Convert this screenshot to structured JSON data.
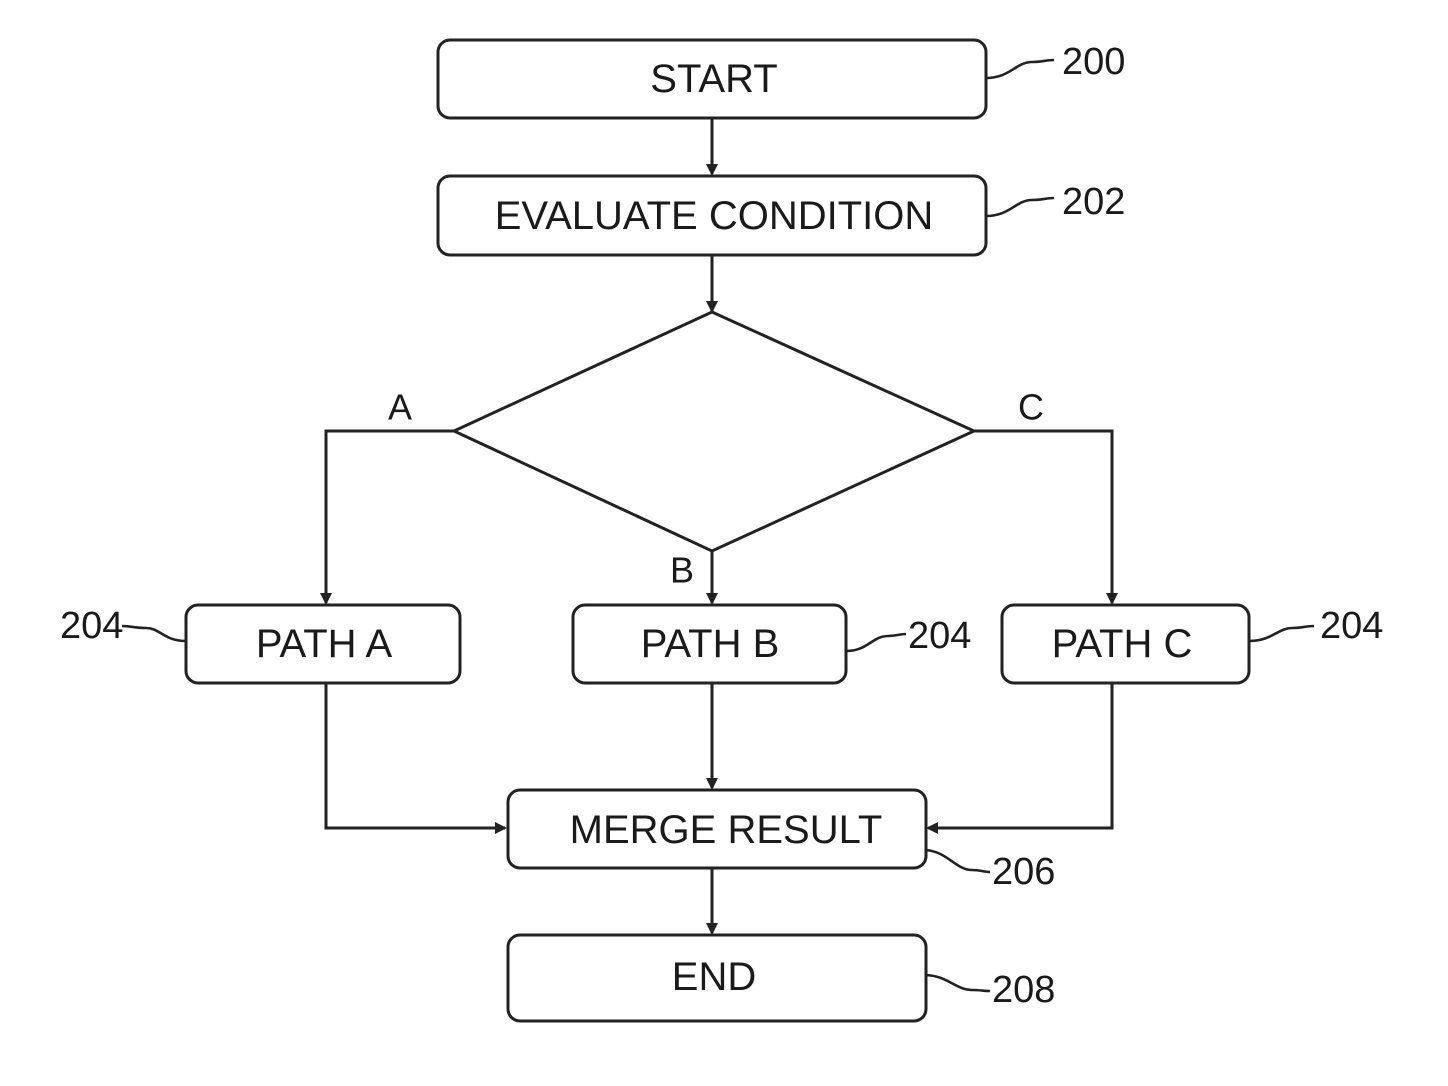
{
  "diagram": {
    "nodes": {
      "start": {
        "label": "START",
        "ref": "200"
      },
      "evaluate": {
        "label": "EVALUATE CONDITION",
        "ref": "202"
      },
      "path_a": {
        "label": "PATH A",
        "ref": "204"
      },
      "path_b": {
        "label": "PATH B",
        "ref": "204"
      },
      "path_c": {
        "label": "PATH C",
        "ref": "204"
      },
      "merge": {
        "label": "MERGE RESULT",
        "ref": "206"
      },
      "end": {
        "label": "END",
        "ref": "208"
      }
    },
    "branches": {
      "a": "A",
      "b": "B",
      "c": "C"
    },
    "colors": {
      "stroke": "#222222",
      "text": "#1a1a1a",
      "background": "#ffffff"
    }
  }
}
